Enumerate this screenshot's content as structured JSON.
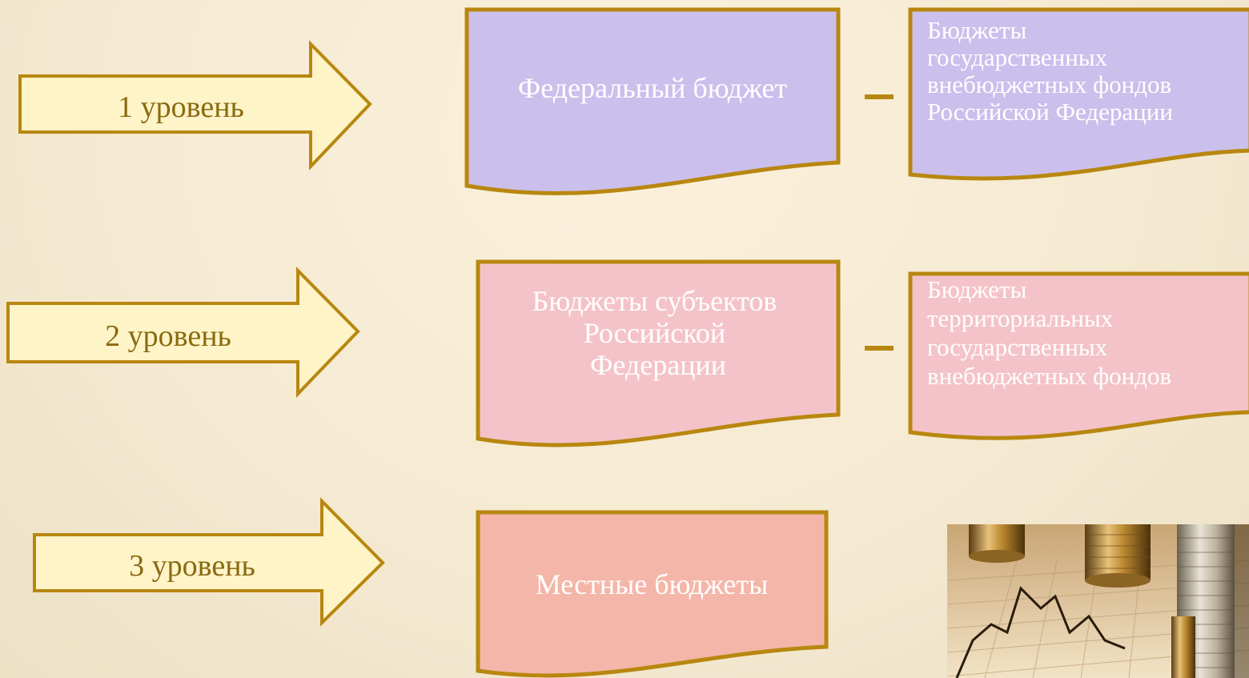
{
  "colors": {
    "arrow_fill": "#fef4c8",
    "stroke": "#b8870f",
    "text_gold": "#8a6a10",
    "level1_fill": "#cbbfec",
    "level2_fill": "#f4c3c9",
    "level3_fill": "#f4b6a8"
  },
  "levels": [
    {
      "arrow_label": "1 уровень",
      "main_box": {
        "lines": [
          "Федеральный бюджет"
        ]
      },
      "side_box": {
        "lines": [
          "Бюджеты",
          "государственных",
          "внебюджетных фондов",
          "Российской Федерации"
        ]
      }
    },
    {
      "arrow_label": "2 уровень",
      "main_box": {
        "lines": [
          "Бюджеты субъектов",
          "Российской",
          "Федерации"
        ]
      },
      "side_box": {
        "lines": [
          "Бюджеты",
          "территориальных",
          "государственных",
          "внебюджетных фондов"
        ]
      }
    },
    {
      "arrow_label": "3 уровень",
      "main_box": {
        "lines": [
          "Местные бюджеты"
        ]
      }
    }
  ],
  "image": {
    "icon": "coins-graph-photo"
  }
}
